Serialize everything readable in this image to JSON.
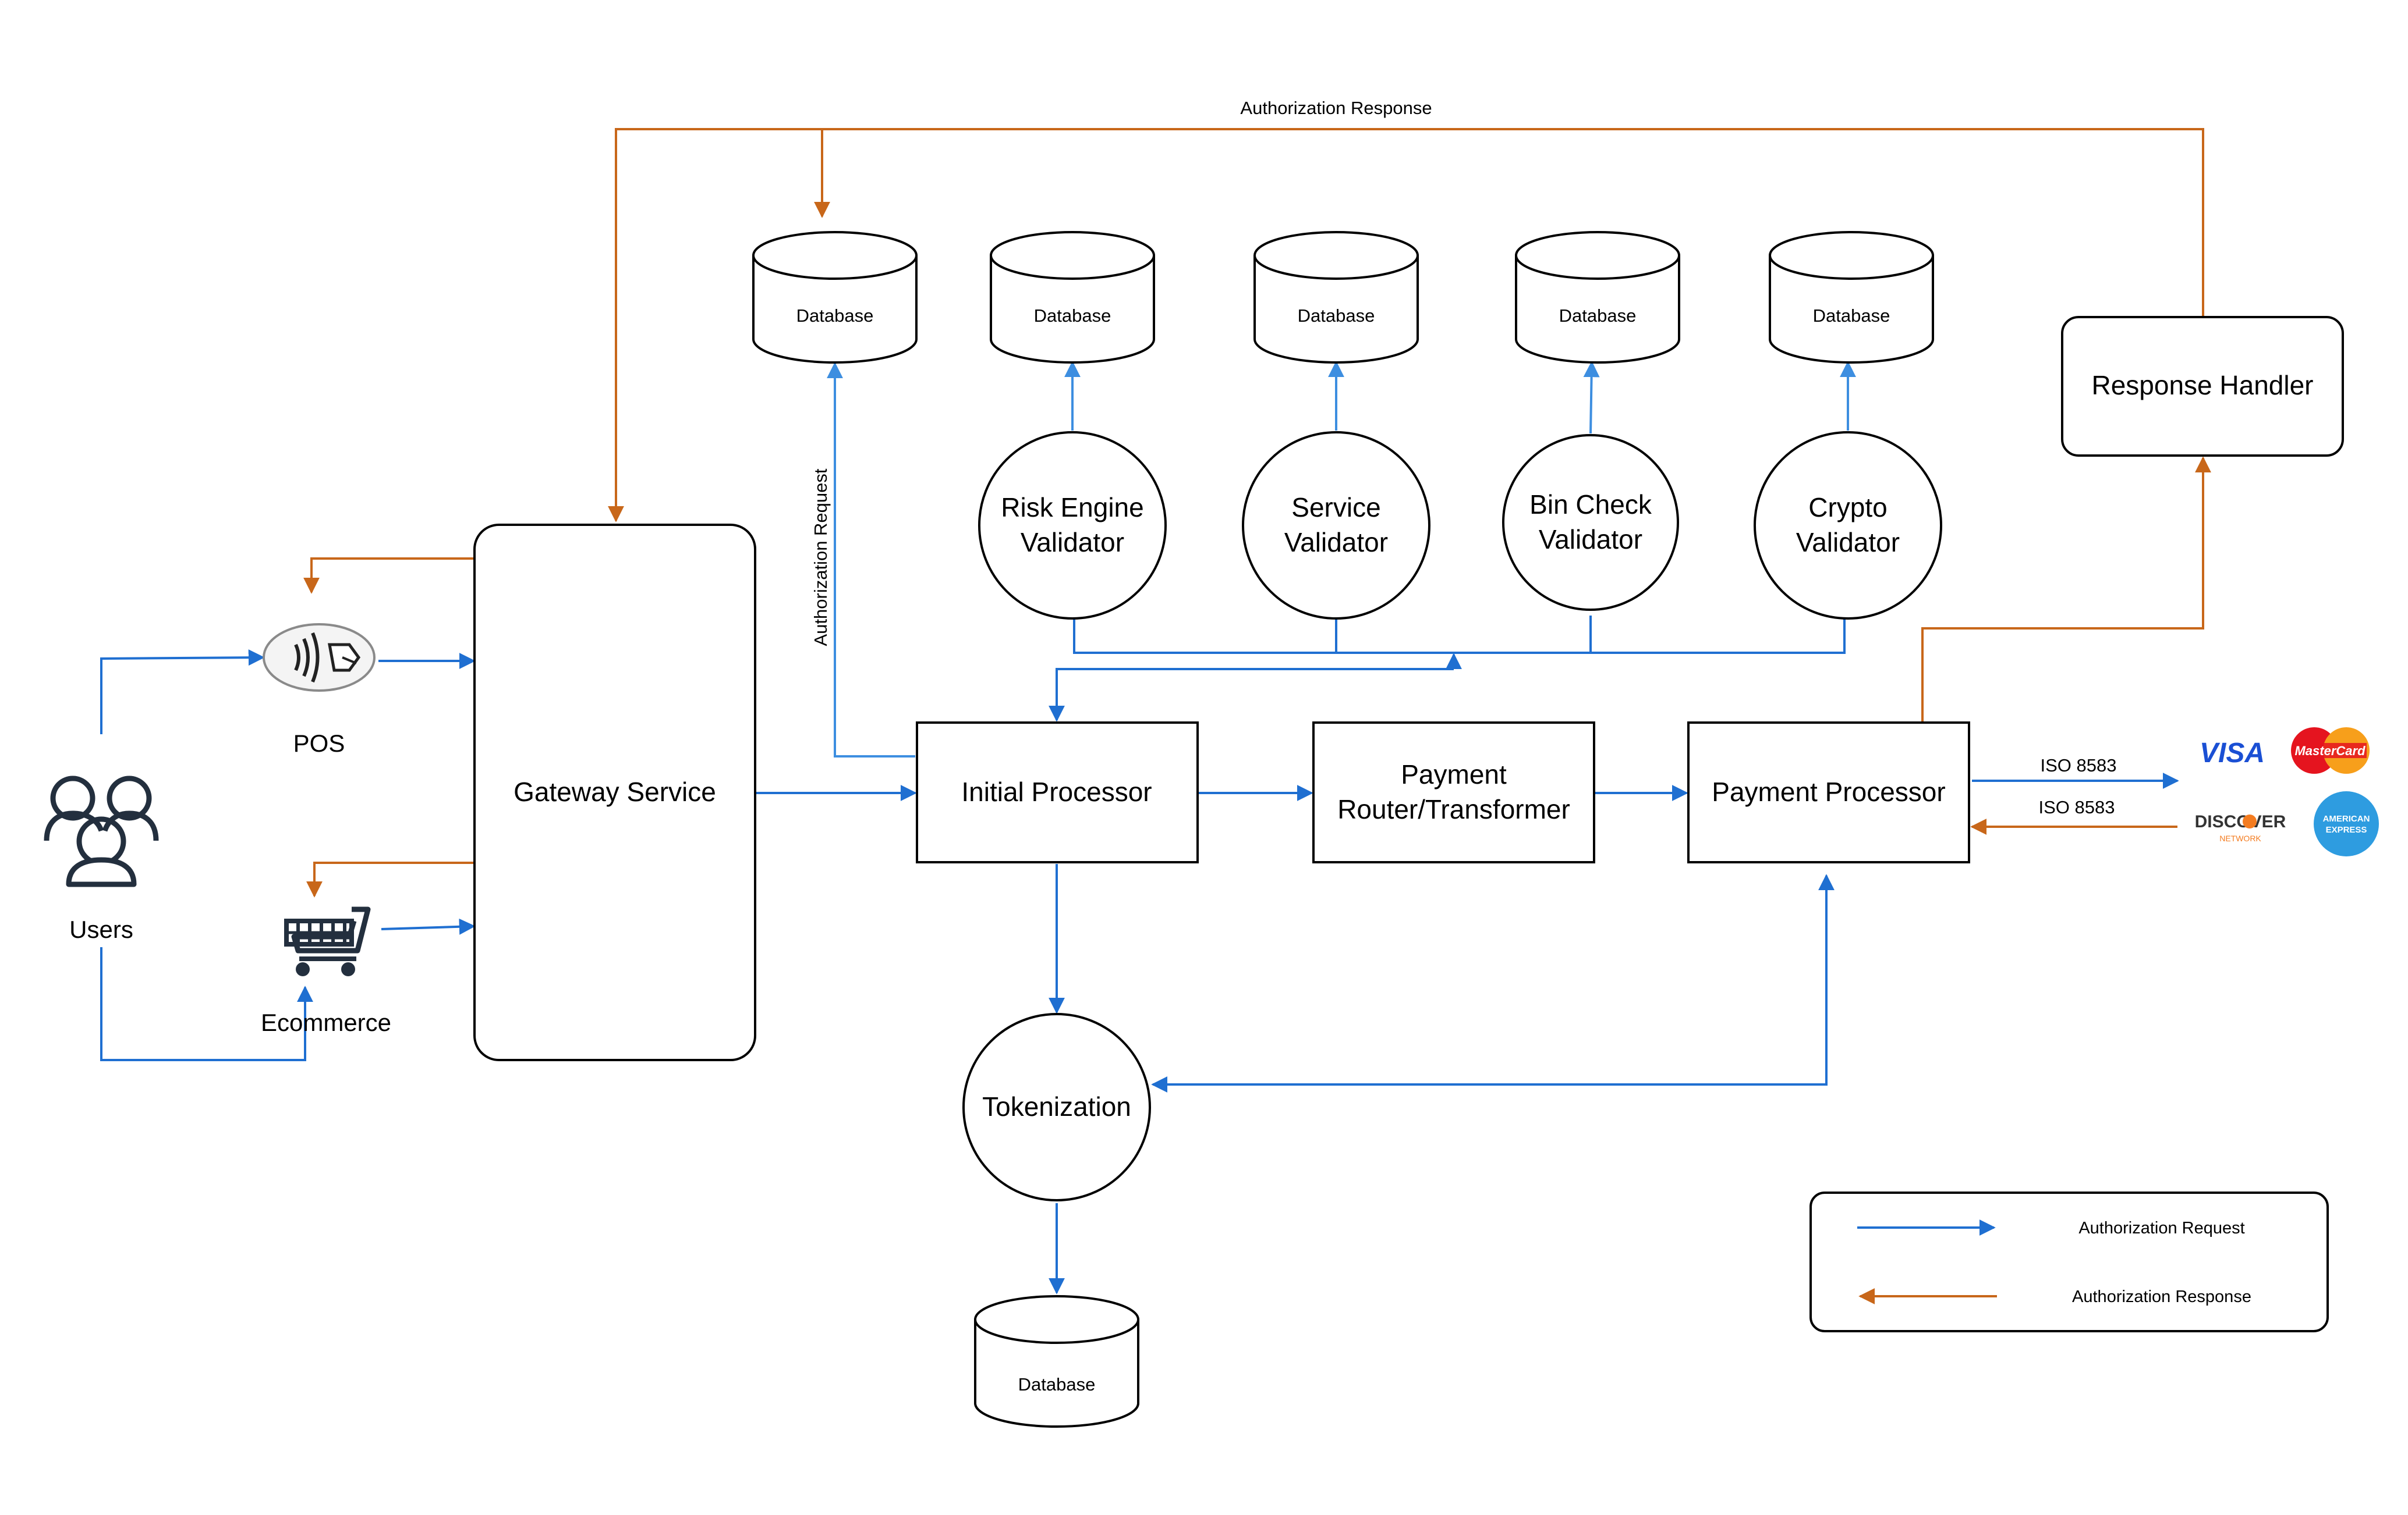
{
  "colors": {
    "request": "#1f6fd1",
    "response": "#c8671a",
    "db_link": "#3d8ee0",
    "stroke": "#000000",
    "background": "#ffffff"
  },
  "nodes": {
    "users": "Users",
    "pos": "POS",
    "ecommerce": "Ecommerce",
    "gateway_service": "Gateway Service",
    "initial_processor": "Initial Processor",
    "payment_router": [
      "Payment",
      "Router/Transformer"
    ],
    "payment_processor": "Payment Processor",
    "response_handler": "Response Handler",
    "tokenization": "Tokenization",
    "risk_engine_validator": [
      "Risk Engine",
      "Validator"
    ],
    "service_validator": [
      "Service",
      "Validator"
    ],
    "bin_check_validator": [
      "Bin Check",
      "Validator"
    ],
    "crypto_validator": [
      "Crypto",
      "Validator"
    ]
  },
  "databases": {
    "auth_db": "Database",
    "risk_db": "Database",
    "service_db": "Database",
    "bin_db": "Database",
    "crypto_db": "Database",
    "token_db": "Database"
  },
  "edge_labels": {
    "top_response": "Authorization Response",
    "vertical_request": "Authorization Request",
    "iso_out": "ISO 8583",
    "iso_in": "ISO 8583"
  },
  "card_networks": {
    "visa": "VISA",
    "mastercard": "MasterCard",
    "discover": "DISCOVER",
    "discover_sub": "NETWORK",
    "amex_line1": "AMERICAN",
    "amex_line2": "EXPRESS"
  },
  "legend": {
    "request_label": "Authorization Request",
    "response_label": "Authorization Response"
  },
  "icons": {
    "users": "users-icon",
    "pos": "contactless-pos-icon",
    "ecommerce": "shopping-cart-icon"
  }
}
